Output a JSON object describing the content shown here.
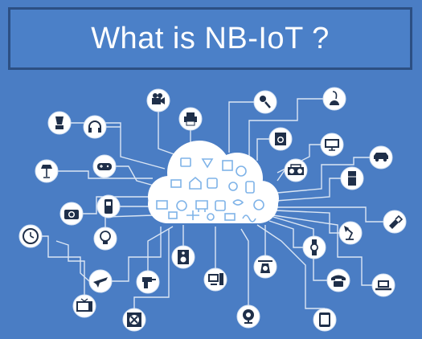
{
  "title": "What is NB-IoT ?",
  "colors": {
    "background": "#4a7dc4",
    "banner_border": "#2c4f83",
    "icon_fill": "#ffffff",
    "icon_glyph": "#1f2f49",
    "line": "#dbe6f4",
    "cloud_icon": "#7fb3e8"
  },
  "cloud": {
    "name": "cloud-network-hub"
  },
  "devices": [
    {
      "id": "blender",
      "icon": "blender-icon"
    },
    {
      "id": "headphones",
      "icon": "headphones-icon"
    },
    {
      "id": "video-camera",
      "icon": "video-camera-icon"
    },
    {
      "id": "printer",
      "icon": "printer-icon"
    },
    {
      "id": "microphone",
      "icon": "microphone-icon"
    },
    {
      "id": "vacuum",
      "icon": "vacuum-cleaner-icon"
    },
    {
      "id": "floor-lamp",
      "icon": "floor-lamp-icon"
    },
    {
      "id": "gamepad",
      "icon": "gamepad-icon"
    },
    {
      "id": "washing-machine",
      "icon": "washing-machine-icon"
    },
    {
      "id": "monitor",
      "icon": "monitor-icon"
    },
    {
      "id": "car",
      "icon": "car-icon"
    },
    {
      "id": "boombox",
      "icon": "boombox-icon"
    },
    {
      "id": "refrigerator",
      "icon": "refrigerator-icon"
    },
    {
      "id": "photo-camera",
      "icon": "photo-camera-icon"
    },
    {
      "id": "mobile-phone",
      "icon": "mobile-phone-icon"
    },
    {
      "id": "wall-clock",
      "icon": "wall-clock-icon"
    },
    {
      "id": "light-bulb",
      "icon": "light-bulb-icon"
    },
    {
      "id": "desk-lamp",
      "icon": "desk-lamp-icon"
    },
    {
      "id": "flashlight",
      "icon": "flashlight-icon"
    },
    {
      "id": "speakers",
      "icon": "speakers-icon"
    },
    {
      "id": "wristwatch",
      "icon": "wristwatch-icon"
    },
    {
      "id": "scale",
      "icon": "kitchen-scale-icon"
    },
    {
      "id": "airplane",
      "icon": "airplane-icon"
    },
    {
      "id": "drill",
      "icon": "power-drill-icon"
    },
    {
      "id": "desktop-pc",
      "icon": "desktop-computer-icon"
    },
    {
      "id": "telephone",
      "icon": "telephone-icon"
    },
    {
      "id": "laptop",
      "icon": "laptop-icon"
    },
    {
      "id": "tv",
      "icon": "television-icon"
    },
    {
      "id": "fan",
      "icon": "fan-icon"
    },
    {
      "id": "webcam",
      "icon": "webcam-icon"
    },
    {
      "id": "tablet",
      "icon": "tablet-icon"
    }
  ]
}
